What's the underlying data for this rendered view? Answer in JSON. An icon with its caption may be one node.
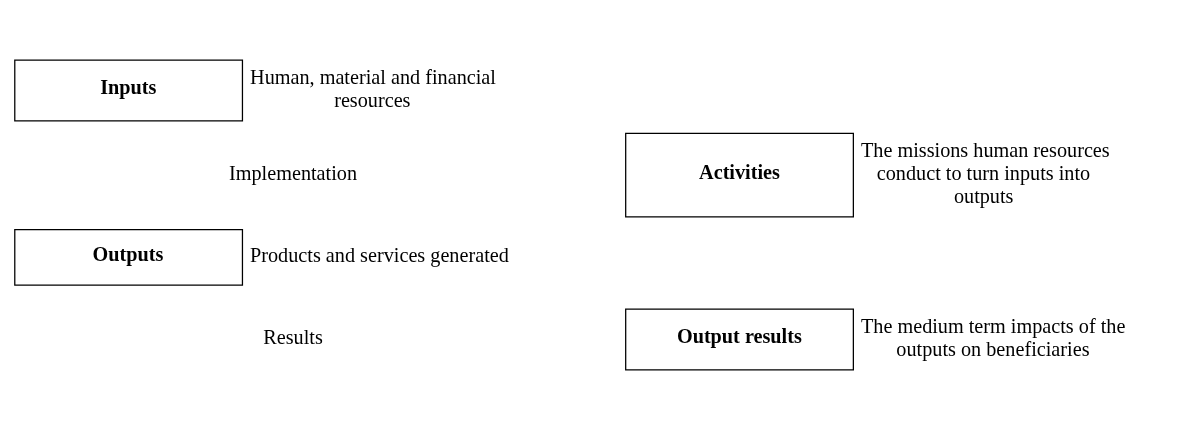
{
  "diagram": {
    "nodes": [
      {
        "text": [
          "Output results"
        ],
        "beside": [
          "The medium term impacts of the outputs on beneficiaries"
        ]
      },
      {
        "text": [
          "Outputs"
        ],
        "beside": [
          "Products and services generated"
        ]
      },
      {
        "text": [
          "Activities"
        ],
        "beside": [
          "The missions human resources conduct to turn inputs into outputs"
        ]
      },
      {
        "text": [
          "Inputs"
        ],
        "beside": [
          "Human, material and financial resources"
        ]
      }
    ],
    "edges": [],
    "labels": [
      "Results",
      "Implementation"
    ]
  }
}
